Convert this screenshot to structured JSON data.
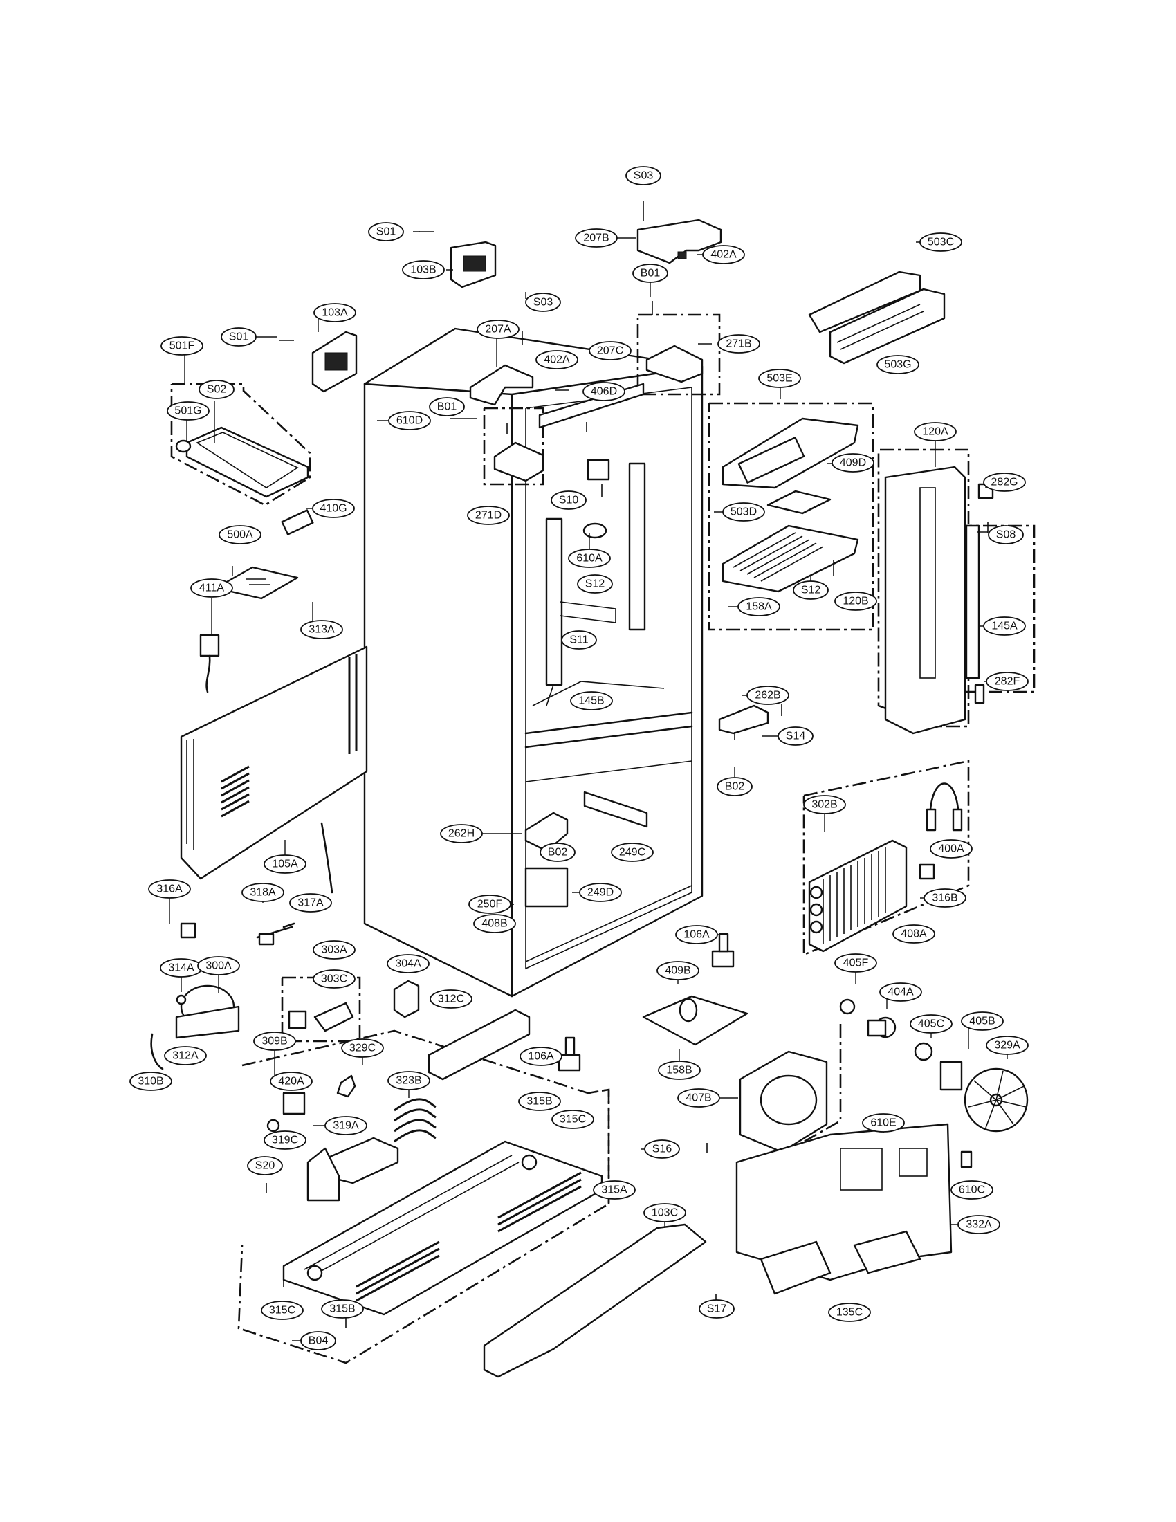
{
  "labels": [
    {
      "id": "S03_top",
      "text": "S03"
    },
    {
      "id": "S01_a",
      "text": "S01"
    },
    {
      "id": "207B",
      "text": "207B"
    },
    {
      "id": "402A_a",
      "text": "402A"
    },
    {
      "id": "503C",
      "text": "503C"
    },
    {
      "id": "103B",
      "text": "103B"
    },
    {
      "id": "B01_a",
      "text": "B01"
    },
    {
      "id": "S03_b",
      "text": "S03"
    },
    {
      "id": "103A",
      "text": "103A"
    },
    {
      "id": "S01_b",
      "text": "S01"
    },
    {
      "id": "501F",
      "text": "501F"
    },
    {
      "id": "207A",
      "text": "207A"
    },
    {
      "id": "207C",
      "text": "207C"
    },
    {
      "id": "402A_b",
      "text": "402A"
    },
    {
      "id": "271B",
      "text": "271B"
    },
    {
      "id": "503G",
      "text": "503G"
    },
    {
      "id": "S02",
      "text": "S02"
    },
    {
      "id": "406D",
      "text": "406D"
    },
    {
      "id": "503E",
      "text": "503E"
    },
    {
      "id": "501G",
      "text": "501G"
    },
    {
      "id": "610D",
      "text": "610D"
    },
    {
      "id": "B01_b",
      "text": "B01"
    },
    {
      "id": "120A",
      "text": "120A"
    },
    {
      "id": "409D",
      "text": "409D"
    },
    {
      "id": "282G",
      "text": "282G"
    },
    {
      "id": "410G",
      "text": "410G"
    },
    {
      "id": "S10",
      "text": "S10"
    },
    {
      "id": "503D",
      "text": "503D"
    },
    {
      "id": "271D",
      "text": "271D"
    },
    {
      "id": "S08",
      "text": "S08"
    },
    {
      "id": "500A",
      "text": "500A"
    },
    {
      "id": "610A",
      "text": "610A"
    },
    {
      "id": "411A",
      "text": "411A"
    },
    {
      "id": "S12_a",
      "text": "S12"
    },
    {
      "id": "158A",
      "text": "158A"
    },
    {
      "id": "S12_b",
      "text": "S12"
    },
    {
      "id": "120B",
      "text": "120B"
    },
    {
      "id": "145A",
      "text": "145A"
    },
    {
      "id": "313A",
      "text": "313A"
    },
    {
      "id": "S11",
      "text": "S11"
    },
    {
      "id": "282F",
      "text": "282F"
    },
    {
      "id": "145B",
      "text": "145B"
    },
    {
      "id": "262B",
      "text": "262B"
    },
    {
      "id": "S14",
      "text": "S14"
    },
    {
      "id": "B02_a",
      "text": "B02"
    },
    {
      "id": "302B",
      "text": "302B"
    },
    {
      "id": "262H",
      "text": "262H"
    },
    {
      "id": "B02_b",
      "text": "B02"
    },
    {
      "id": "249C",
      "text": "249C"
    },
    {
      "id": "105A",
      "text": "105A"
    },
    {
      "id": "400A",
      "text": "400A"
    },
    {
      "id": "316A",
      "text": "316A"
    },
    {
      "id": "318A",
      "text": "318A"
    },
    {
      "id": "249D",
      "text": "249D"
    },
    {
      "id": "316B",
      "text": "316B"
    },
    {
      "id": "317A",
      "text": "317A"
    },
    {
      "id": "250F",
      "text": "250F"
    },
    {
      "id": "408B",
      "text": "408B"
    },
    {
      "id": "408A",
      "text": "408A"
    },
    {
      "id": "106A_a",
      "text": "106A"
    },
    {
      "id": "303A",
      "text": "303A"
    },
    {
      "id": "314A",
      "text": "314A"
    },
    {
      "id": "300A",
      "text": "300A"
    },
    {
      "id": "304A",
      "text": "304A"
    },
    {
      "id": "409B",
      "text": "409B"
    },
    {
      "id": "405F",
      "text": "405F"
    },
    {
      "id": "303C",
      "text": "303C"
    },
    {
      "id": "404A",
      "text": "404A"
    },
    {
      "id": "312C",
      "text": "312C"
    },
    {
      "id": "405C",
      "text": "405C"
    },
    {
      "id": "405B",
      "text": "405B"
    },
    {
      "id": "309B",
      "text": "309B"
    },
    {
      "id": "329C",
      "text": "329C"
    },
    {
      "id": "106A_b",
      "text": "106A"
    },
    {
      "id": "312A",
      "text": "312A"
    },
    {
      "id": "329A",
      "text": "329A"
    },
    {
      "id": "310B",
      "text": "310B"
    },
    {
      "id": "420A",
      "text": "420A"
    },
    {
      "id": "323B",
      "text": "323B"
    },
    {
      "id": "158B",
      "text": "158B"
    },
    {
      "id": "407B",
      "text": "407B"
    },
    {
      "id": "315B_a",
      "text": "315B"
    },
    {
      "id": "319A",
      "text": "319A"
    },
    {
      "id": "610E",
      "text": "610E"
    },
    {
      "id": "319C",
      "text": "319C"
    },
    {
      "id": "315C_a",
      "text": "315C"
    },
    {
      "id": "S16",
      "text": "S16"
    },
    {
      "id": "S20",
      "text": "S20"
    },
    {
      "id": "315A",
      "text": "315A"
    },
    {
      "id": "610C",
      "text": "610C"
    },
    {
      "id": "103C",
      "text": "103C"
    },
    {
      "id": "332A",
      "text": "332A"
    },
    {
      "id": "S17",
      "text": "S17"
    },
    {
      "id": "315C_b",
      "text": "315C"
    },
    {
      "id": "315B_b",
      "text": "315B"
    },
    {
      "id": "135C",
      "text": "135C"
    },
    {
      "id": "B04",
      "text": "B04"
    }
  ]
}
